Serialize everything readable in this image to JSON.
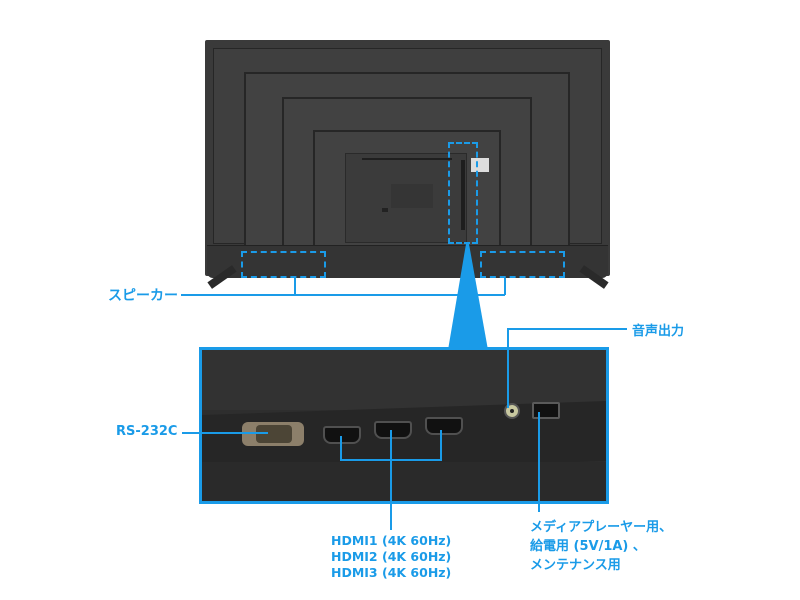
{
  "diagram": {
    "subject": "TV rear view with connector callouts",
    "accent_color": "#1a9be8",
    "labels": {
      "speaker": "スピーカー",
      "audio_out": "音声出力",
      "rs232c": "RS-232C",
      "hdmi": [
        "HDMI1 (4K 60Hz)",
        "HDMI2 (4K 60Hz)",
        "HDMI3 (4K 60Hz)"
      ],
      "usb": [
        "メディアプレーヤー用、",
        "給電用 (5V/1A) 、",
        "メンテナンス用"
      ]
    }
  }
}
